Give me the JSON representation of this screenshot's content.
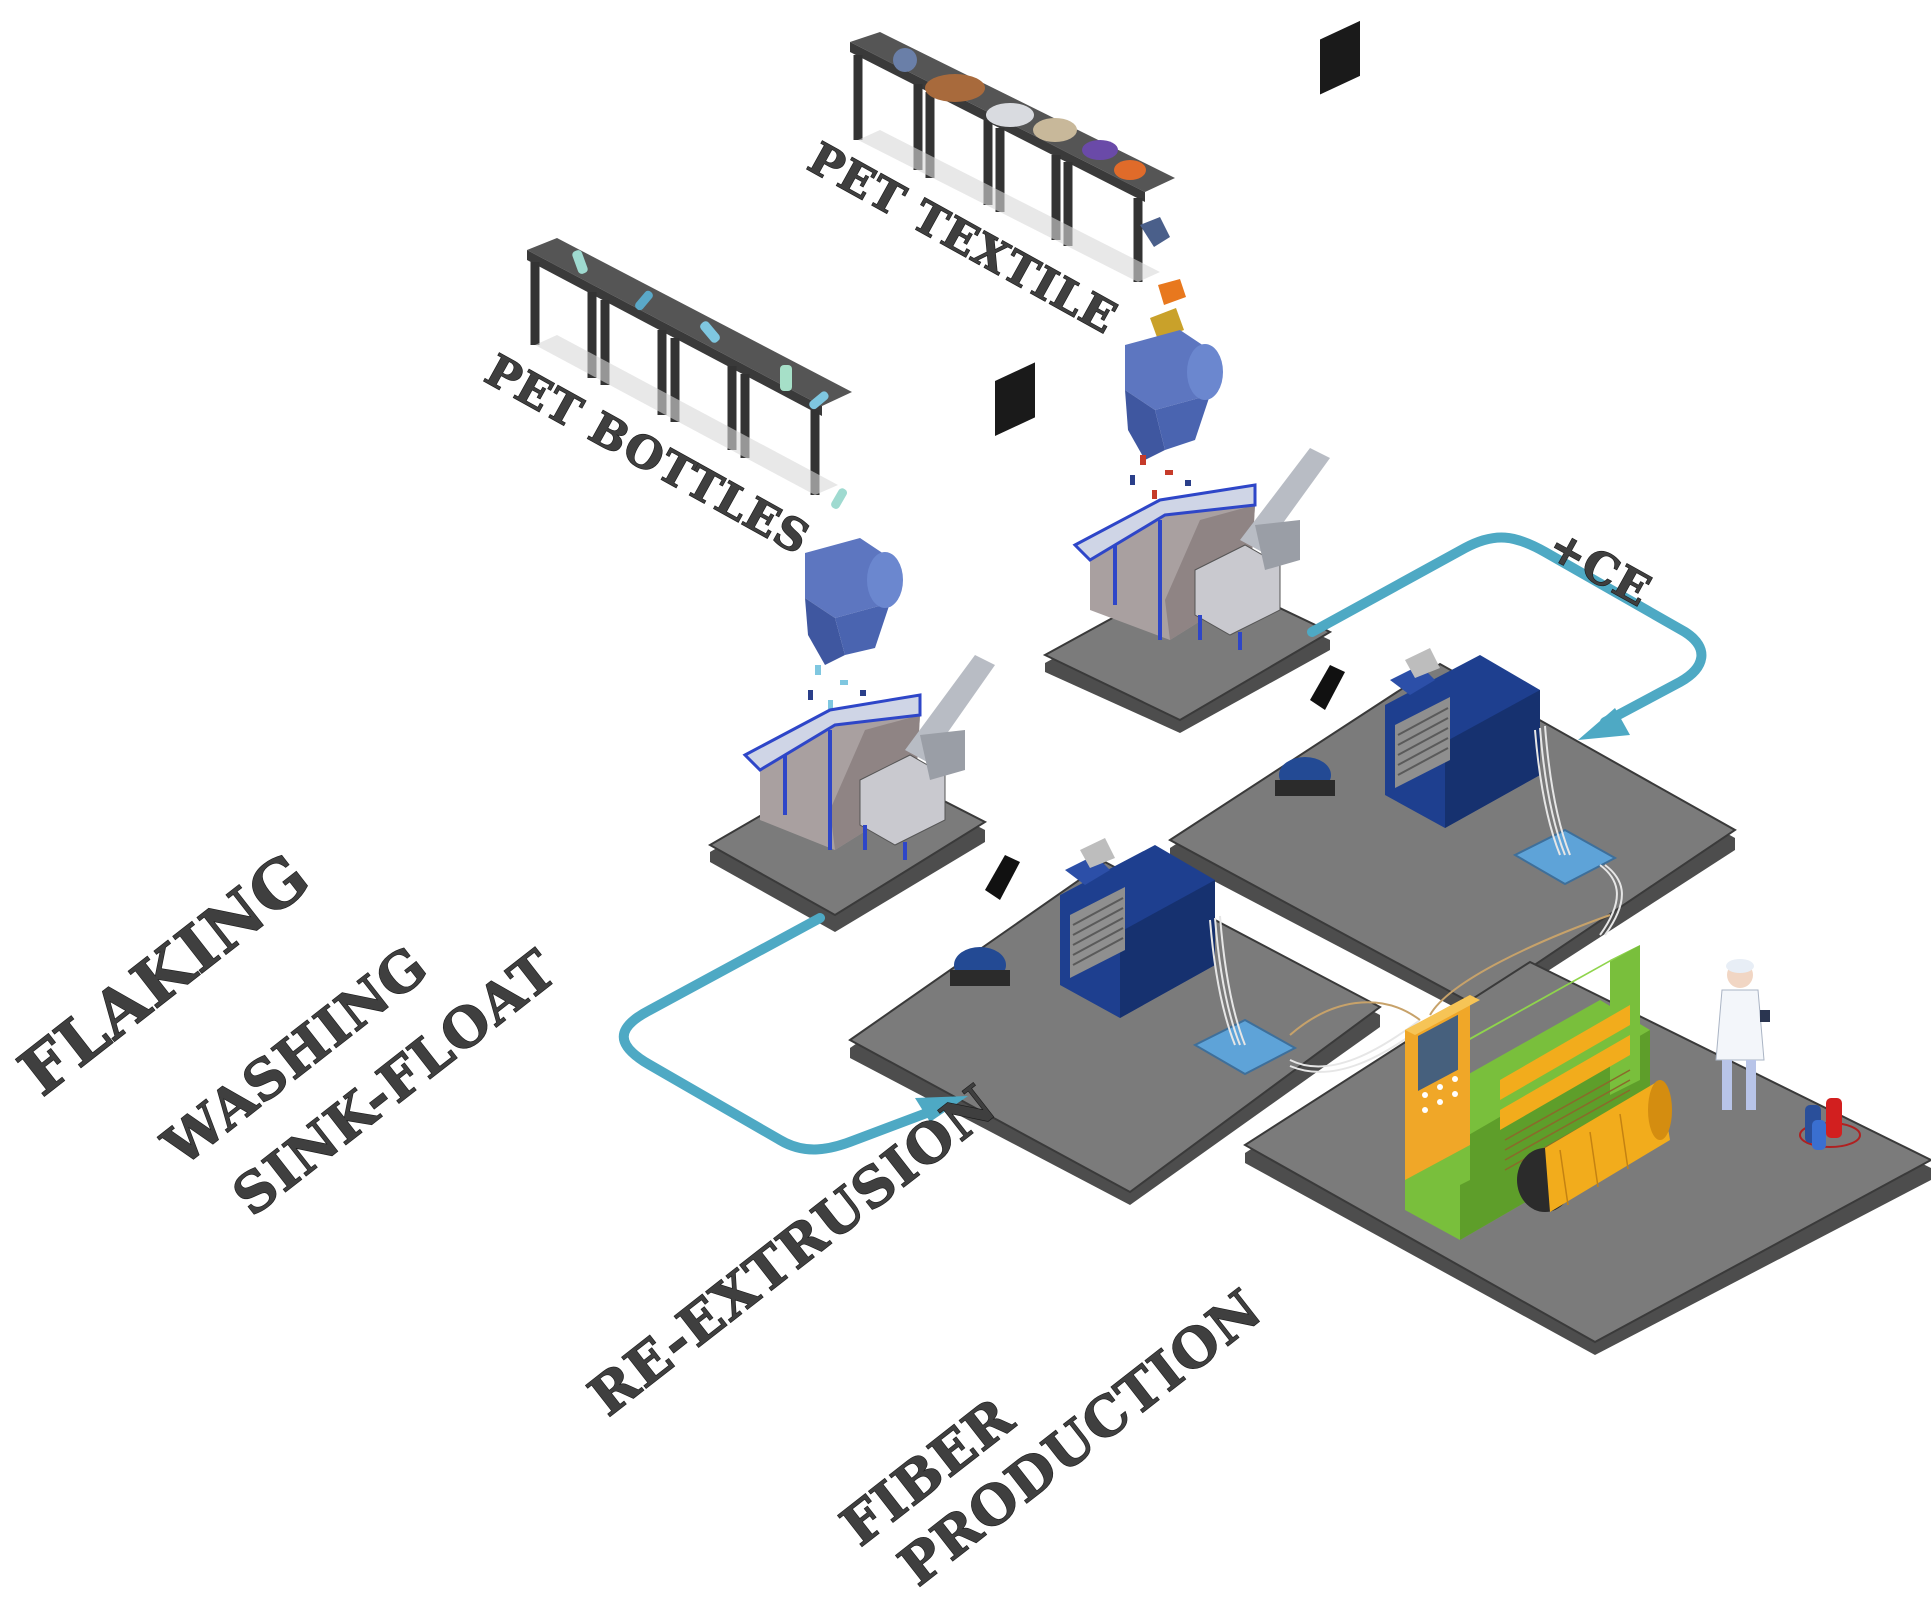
{
  "labels": {
    "pet_textile": "PET TEXTILE",
    "pet_bottles": "PET BOTTLES",
    "ce": "+CE",
    "flaking": "FLAKING",
    "washing": "WASHING",
    "sink_float": "SINK-FLOAT",
    "re_extrusion": "RE-EXTRUSION",
    "fiber": "FIBER",
    "production": "PRODUCTION"
  },
  "colors": {
    "flow_arrow": "#4ea9c4",
    "platform": "#7b7b7b",
    "hopper": "#4a64b0",
    "extruder": "#1e3f8f",
    "loom_frame": "#79bf3c",
    "loom_yellow": "#f2ac1c"
  }
}
